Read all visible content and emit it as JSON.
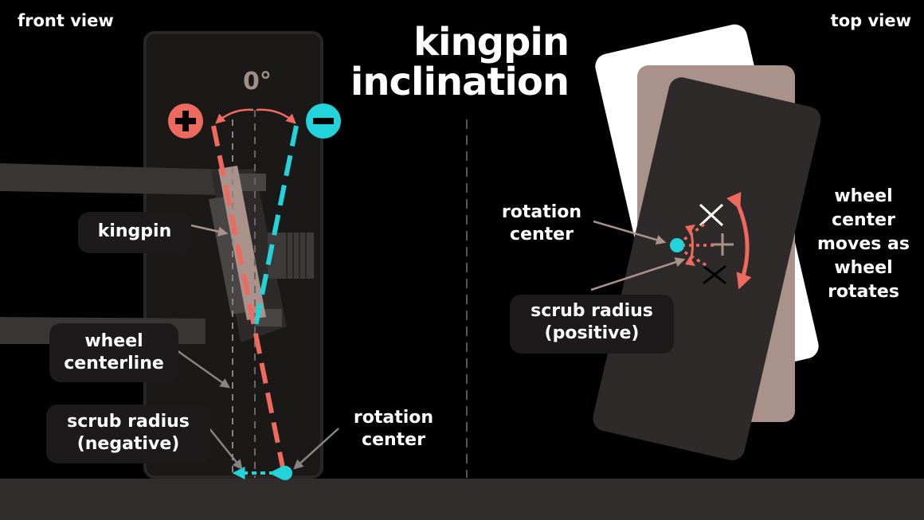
{
  "headings": {
    "front_view": "front view",
    "top_view": "top view"
  },
  "title": {
    "line1": "kingpin",
    "line2": "inclination"
  },
  "front": {
    "angle_zero": "0°",
    "kingpin": "kingpin",
    "wheel_centerline_1": "wheel",
    "wheel_centerline_2": "centerline",
    "scrub_radius_1": "scrub radius",
    "scrub_radius_2": "(negative)",
    "rotation_center_1": "rotation",
    "rotation_center_2": "center"
  },
  "top": {
    "rotation_center_1": "rotation",
    "rotation_center_2": "center",
    "scrub_radius_1": "scrub radius",
    "scrub_radius_2": "(positive)",
    "wheel_moves_1": "wheel",
    "wheel_moves_2": "center",
    "wheel_moves_3": "moves as",
    "wheel_moves_4": "wheel",
    "wheel_moves_5": "rotates"
  },
  "colors": {
    "background": "#000000",
    "panel": "#1b1818",
    "ground": "#312d2d",
    "positive": "#ee6a5e",
    "negative": "#22d3d9",
    "kingpin_taupe": "#a99289",
    "wheel_white": "#ffffff",
    "wheel_dark": "#2f2a2a"
  },
  "icons": {
    "plus": "plus-icon",
    "minus": "minus-icon"
  }
}
